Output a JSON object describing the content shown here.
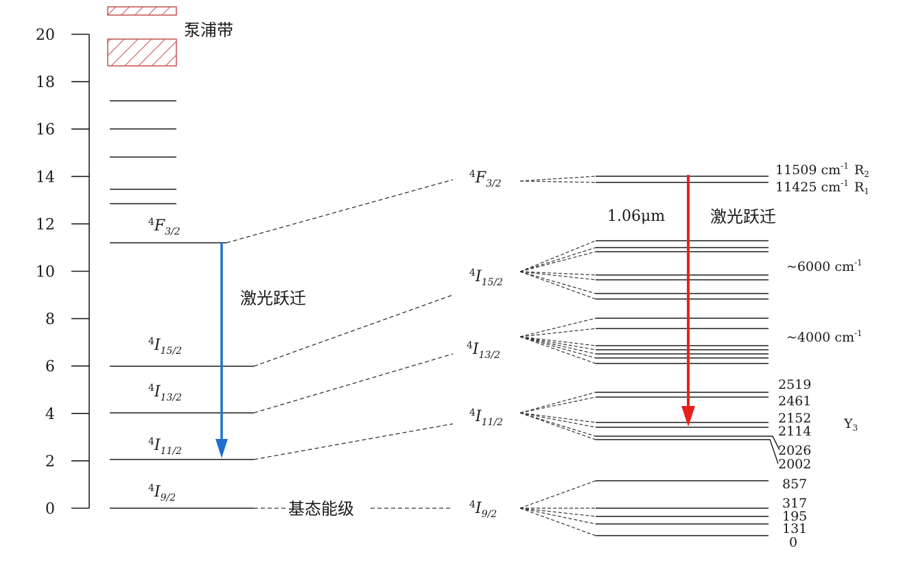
{
  "axis": {
    "ticks": [
      "0",
      "2",
      "4",
      "6",
      "8",
      "10",
      "12",
      "14",
      "16",
      "18",
      "20"
    ]
  },
  "labels": {
    "pump_band": "泵浦带",
    "laser_transition_left": "激光跃迁",
    "laser_transition_right": "激光跃迁",
    "ground_level": "基态能级",
    "wavelength": "1.06μm",
    "approx_6000": "~6000 cm",
    "approx_4000": "~4000 cm",
    "y3": "Y",
    "y3_sub": "3",
    "cm_sup": "-1"
  },
  "terms": {
    "F32": {
      "sup": "4",
      "main": "F",
      "sub": "3/2"
    },
    "I152": {
      "sup": "4",
      "main": "I",
      "sub": "15/2"
    },
    "I132": {
      "sup": "4",
      "main": "I",
      "sub": "13/2"
    },
    "I112": {
      "sup": "4",
      "main": "I",
      "sub": "11/2"
    },
    "I92": {
      "sup": "4",
      "main": "I",
      "sub": "9/2"
    }
  },
  "right_levels": {
    "r2": {
      "value": "11509 cm",
      "sup": "-1",
      "tag": "R",
      "tag_sub": "2"
    },
    "r1": {
      "value": "11425 cm",
      "sup": "-1",
      "tag": "R",
      "tag_sub": "1"
    },
    "v2519": "2519",
    "v2461": "2461",
    "v2152": "2152",
    "v2114": "2114",
    "v2026": "2026",
    "v2002": "2002",
    "v857": "857",
    "v317": "317",
    "v195": "195",
    "v131": "131",
    "v0": "0"
  },
  "colors": {
    "laser_left": "#1f6fd1",
    "laser_right": "#e8201a",
    "pump_hatch": "#c0504d",
    "line": "#1a1a1a"
  }
}
